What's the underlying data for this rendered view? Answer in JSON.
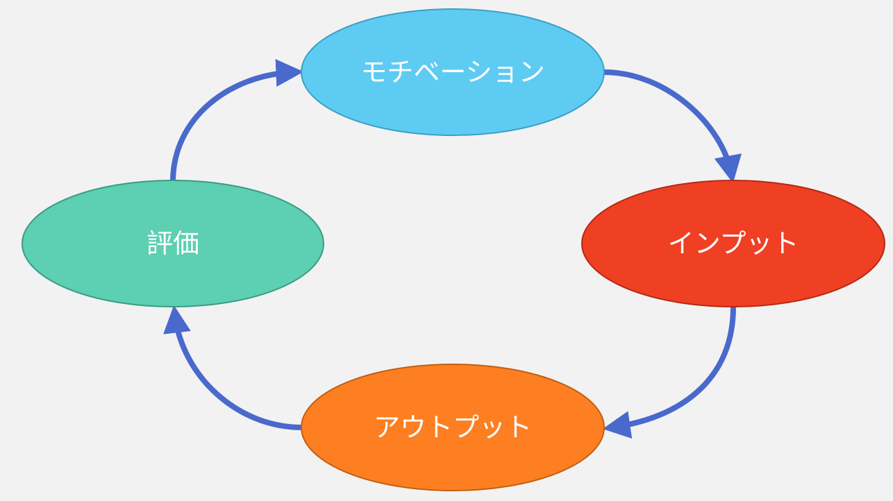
{
  "diagram": {
    "type": "cycle",
    "arrow_color": "#4a69cc",
    "nodes": [
      {
        "id": "motivation",
        "label": "モチベーション",
        "fill": "#5ecbf3",
        "stroke": "#3d9fc4"
      },
      {
        "id": "input",
        "label": "インプット",
        "fill": "#ef4024",
        "stroke": "#b52a14"
      },
      {
        "id": "output",
        "label": "アウトプット",
        "fill": "#fd7f21",
        "stroke": "#c25f12"
      },
      {
        "id": "evaluation",
        "label": "評価",
        "fill": "#5dcfb2",
        "stroke": "#3a9c84"
      }
    ],
    "edges": [
      {
        "from": "motivation",
        "to": "input"
      },
      {
        "from": "input",
        "to": "output"
      },
      {
        "from": "output",
        "to": "evaluation"
      },
      {
        "from": "evaluation",
        "to": "motivation"
      }
    ]
  }
}
